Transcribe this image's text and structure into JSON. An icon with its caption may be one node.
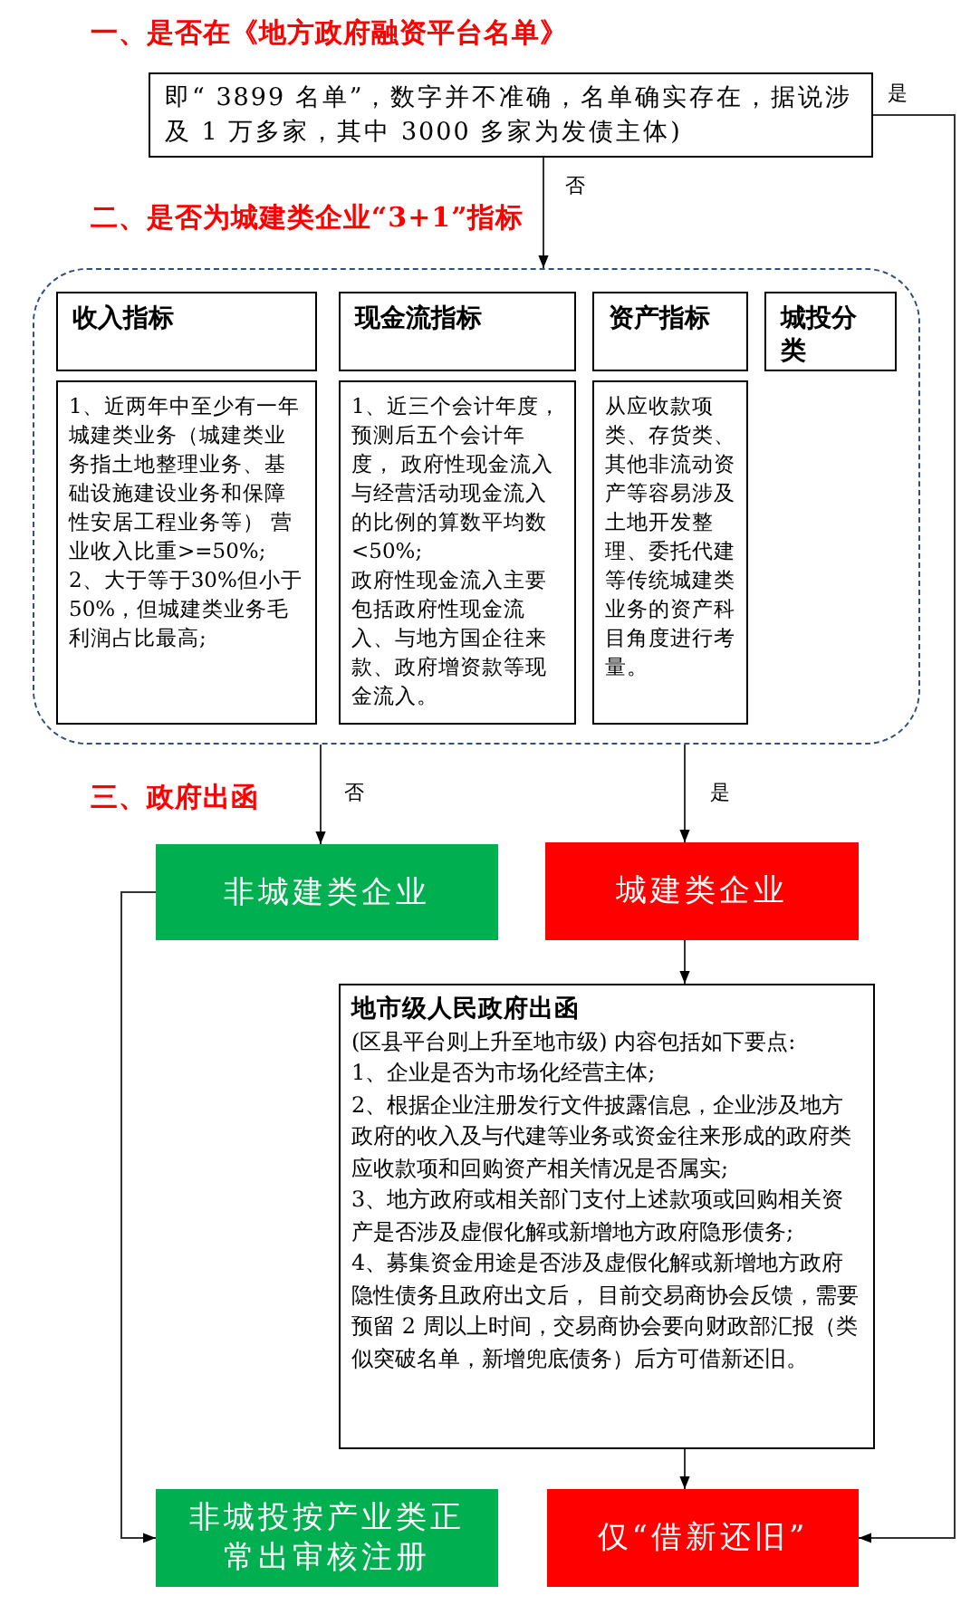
{
  "diagram": {
    "nodes": [
      {
        "text": [
          "即“ 3899 名单”，数字并不准确，名单确实存在，据说涉及 1 万多家，其中 3000 多家为发债主体)"
        ]
      },
      {
        "text": [],
        "shape": "box"
      },
      {
        "text": [
          "收入指标"
        ],
        "in": 1
      },
      {
        "text": [
          "现金流指标"
        ],
        "in": 1
      },
      {
        "text": [
          "资产指标"
        ],
        "in": 1
      },
      {
        "text": [
          "城投分类"
        ],
        "in": 1
      },
      {
        "text": [
          "1、近两年中至少有一年城建类业务（城建类业务指土地整理业务、基础设施建设业务和保障性安居工程业务等） 营业收入比重>=50%;",
          "2、大于等于30%但小于50%，但城建类业务毛利润占比最高;"
        ],
        "in": 1
      },
      {
        "text": [
          "1、近三个会计年度，预测后五个会计年度， 政府性现金流入与经营活动现金流入的比例的算数平均数<50%;",
          "政府性现金流入主要包括政府性现金流入、与地方国企往来款、政府增资款等现金流入。"
        ],
        "in": 1
      },
      {
        "text": [
          "从应收款项类、存货类、其他非流动资产等容易涉及土地开发整理、委托代建等传统城建类业务的资产科目角度进行考量。"
        ],
        "in": 1
      },
      {
        "text": [
          "非城建类企业"
        ]
      },
      {
        "text": [
          "城建类企业"
        ]
      },
      {
        "text": [
          "地市级人民政府出函",
          "(区县平台则上升至地市级) 内容包括如下要点:",
          "1、企业是否为市场化经营主体;",
          "2、根据企业注册发行文件披露信息，企业涉及地方政府的收入及与代建等业务或资金往来形成的政府类应收款项和回购资产相关情况是否属实;",
          "3、地方政府或相关部门支付上述款项或回购相关资产是否涉及虚假化解或新增地方政府隐形债务;",
          "4、募集资金用途是否涉及虚假化解或新增地方政府隐性债务且政府出文后， 目前交易商协会反馈，需要预留 2 周以上时间，交易商协会要向财政部汇报（类似突破名单，新增兜底债务）后方可借新还旧。"
        ]
      },
      {
        "text": [
          "非城投按产业类正常出审核注册"
        ]
      },
      {
        "text": [
          "仅“借新还旧”"
        ]
      }
    ],
    "edges": [
      {
        "from": 0,
        "to": 1,
        "arrow": "to",
        "label": "否"
      },
      {
        "from": 0,
        "to": 13,
        "arrow": "to",
        "label": "是"
      },
      {
        "from": 1,
        "to": 9,
        "arrow": "to",
        "label": "否"
      },
      {
        "from": 1,
        "to": 10,
        "arrow": "to",
        "label": "是"
      },
      {
        "from": 9,
        "to": 12,
        "arrow": "to"
      },
      {
        "from": 10,
        "to": 11,
        "arrow": "to"
      },
      {
        "from": 11,
        "to": 13,
        "arrow": "to"
      }
    ],
    "labels": [
      "一、是否在《地方政府融资平台名单》",
      "二、是否为城建类企业“3+1”指标",
      "三、政府出函"
    ]
  }
}
